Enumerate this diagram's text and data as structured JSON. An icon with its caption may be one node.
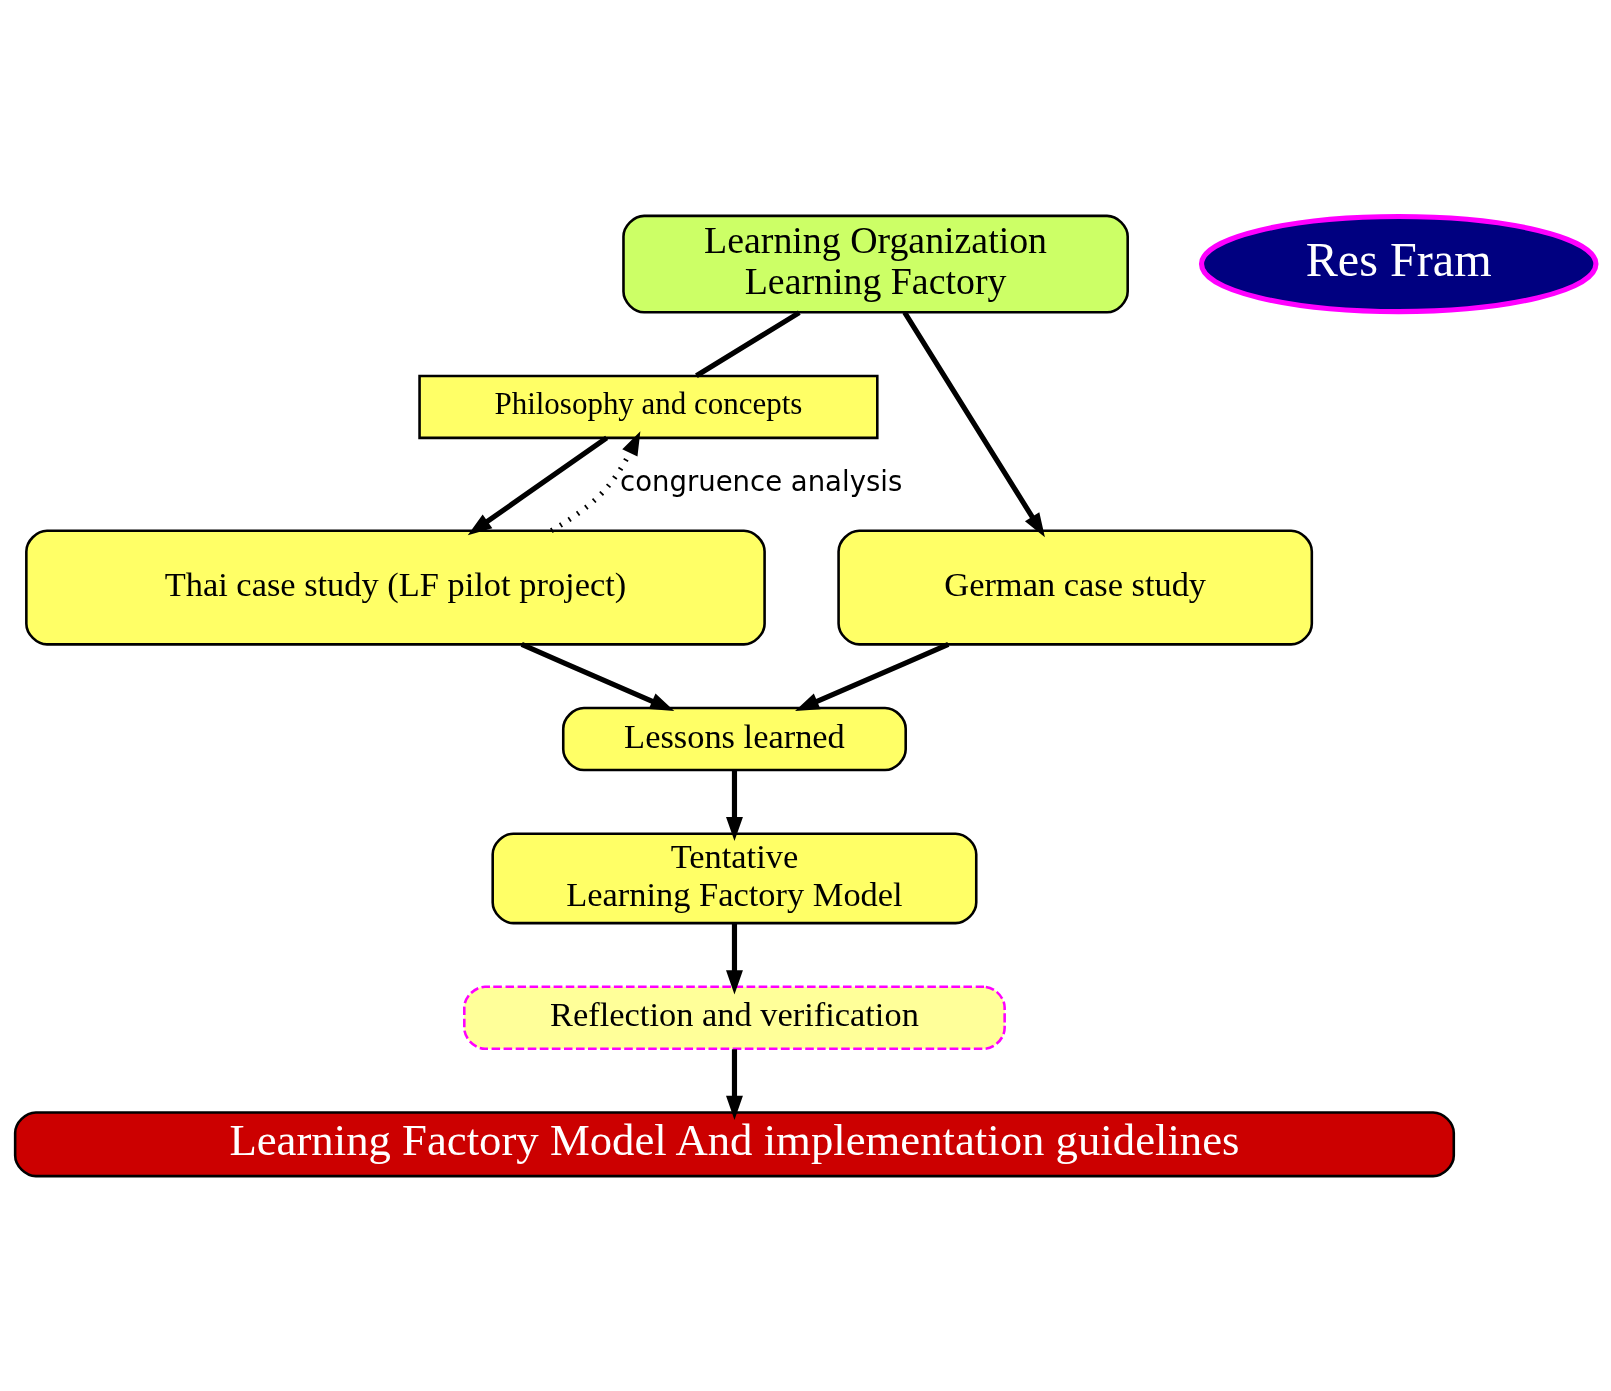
{
  "diagram": {
    "nodes": [
      {
        "text": [
          "Learning Organization",
          "Learning Factory"
        ]
      },
      {
        "text": [
          "Philosophy and concepts"
        ]
      },
      {
        "text": [
          "German case study"
        ]
      },
      {
        "text": [
          "Thai case study (LF pilot project)"
        ]
      },
      {
        "text": [
          "Lessons learned"
        ]
      },
      {
        "text": [
          "Tentative",
          "Learning Factory Model"
        ]
      },
      {
        "text": [
          "Reflection and verification"
        ]
      },
      {
        "text": [
          "Learning Factory Model And implementation guidelines"
        ]
      },
      {
        "text": [
          "Res Fram"
        ]
      }
    ],
    "edges": [
      {
        "from": 0,
        "to": 2,
        "arrow": "to"
      },
      {
        "from": 0,
        "to": 1,
        "arrow": "none"
      },
      {
        "from": 1,
        "to": 3,
        "arrow": "to"
      },
      {
        "from": 3,
        "to": 1,
        "arrow": "to",
        "style": "dashed",
        "label": "congruence analysis"
      },
      {
        "from": 2,
        "to": 4,
        "arrow": "to"
      },
      {
        "from": 3,
        "to": 4,
        "arrow": "to"
      },
      {
        "from": 4,
        "to": 5,
        "arrow": "to"
      },
      {
        "from": 5,
        "to": 6,
        "arrow": "to"
      },
      {
        "from": 6,
        "to": 7,
        "arrow": "to"
      }
    ]
  }
}
